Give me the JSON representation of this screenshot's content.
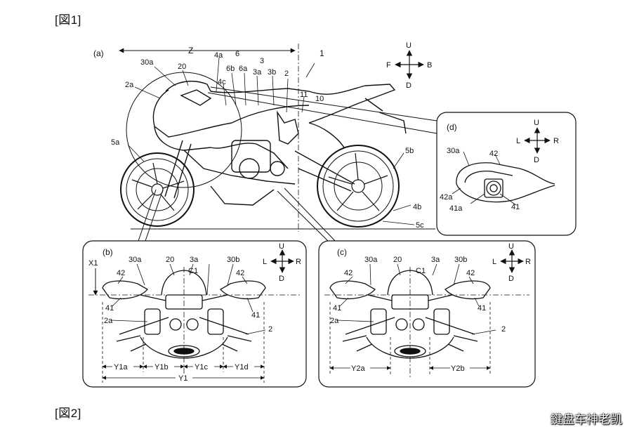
{
  "fig1_label": "[図1]",
  "fig2_label": "[図2]",
  "watermark": "鍵盘车神老凯",
  "panel_a": {
    "tag": "(a)",
    "refs": {
      "r1": "1",
      "r2": "2",
      "r2a": "2a",
      "r3": "3",
      "r3a": "3a",
      "r3b": "3b",
      "r4a": "4a",
      "r4b": "4b",
      "r4c": "4c",
      "r5a": "5a",
      "r5b": "5b",
      "r5c": "5c",
      "r6": "6",
      "r6a": "6a",
      "r6b": "6b",
      "r10": "10",
      "r11": "11",
      "r20": "20",
      "r30a": "30a",
      "z": "Z"
    },
    "dirs": {
      "up": "U",
      "down": "D",
      "front": "F",
      "back": "B"
    }
  },
  "panel_b": {
    "tag": "(b)",
    "refs": {
      "x1": "X1",
      "r30a": "30a",
      "r20": "20",
      "r3a": "3a",
      "r30b": "30b",
      "r42l": "42",
      "r42r": "42",
      "c1": "C1",
      "r41l": "41",
      "r41r": "41",
      "r2a": "2a",
      "r2": "2",
      "y1a": "Y1a",
      "y1b": "Y1b",
      "y1c": "Y1c",
      "y1d": "Y1d",
      "y1": "Y1"
    },
    "dirs": {
      "up": "U",
      "down": "D",
      "left": "L",
      "right": "R"
    }
  },
  "panel_c": {
    "tag": "(c)",
    "refs": {
      "r30a": "30a",
      "r20": "20",
      "r3a": "3a",
      "r30b": "30b",
      "r42l": "42",
      "r42r": "42",
      "c1": "C1",
      "r41l": "41",
      "r41r": "41",
      "r2a": "2a",
      "r2": "2",
      "y2a": "Y2a",
      "y2b": "Y2b"
    },
    "dirs": {
      "up": "U",
      "down": "D",
      "left": "L",
      "right": "R"
    }
  },
  "panel_d": {
    "tag": "(d)",
    "refs": {
      "r30a": "30a",
      "r42": "42",
      "r42a": "42a",
      "r41a": "41a",
      "r41": "41"
    },
    "dirs": {
      "up": "U",
      "down": "D",
      "left": "L",
      "right": "R"
    }
  }
}
